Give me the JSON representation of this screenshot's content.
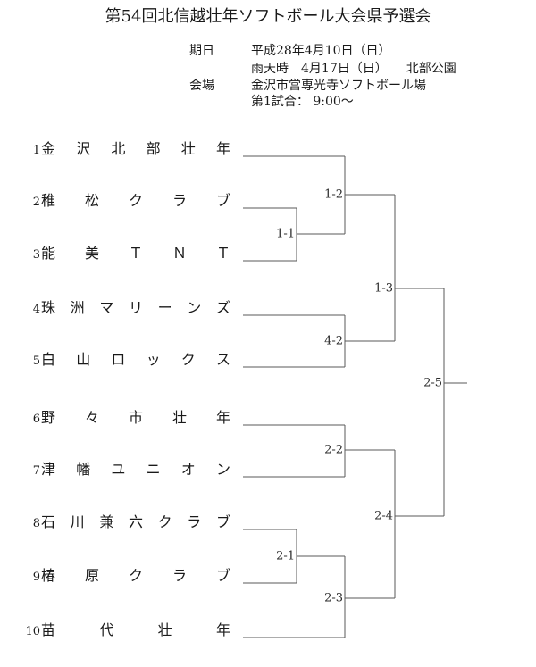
{
  "title": "第54回北信越壮年ソフトボール大会県予選会",
  "meta": {
    "date_label": "期日",
    "date": "平成28年4月10日（日）",
    "rain_date": "雨天時　4月17日（日）　　北部公園",
    "venue_label": "会場",
    "venue": "金沢市営専光寺ソフトボール場",
    "first_game": "第1試合： 9:00～"
  },
  "teams": [
    {
      "num": "1",
      "name": "金沢北部壮年"
    },
    {
      "num": "2",
      "name": "稚松クラブ"
    },
    {
      "num": "3",
      "name": "能美ＴＮＴ"
    },
    {
      "num": "4",
      "name": "珠洲マリーンズ"
    },
    {
      "num": "5",
      "name": "白山ロックス"
    },
    {
      "num": "6",
      "name": "野々市壮年"
    },
    {
      "num": "7",
      "name": "津幡ユニオン"
    },
    {
      "num": "8",
      "name": "石川兼六クラブ"
    },
    {
      "num": "9",
      "name": "椿原クラブ"
    },
    {
      "num": "10",
      "name": "苗代壮年"
    }
  ],
  "matches": [
    {
      "label": "1-1"
    },
    {
      "label": "1-2"
    },
    {
      "label": "1-3"
    },
    {
      "label": "4-2"
    },
    {
      "label": "2-1"
    },
    {
      "label": "2-2"
    },
    {
      "label": "2-3"
    },
    {
      "label": "2-4"
    },
    {
      "label": "2-5"
    }
  ],
  "colors": {
    "text": "#1a1a1a",
    "bracket_line": "#595959"
  }
}
